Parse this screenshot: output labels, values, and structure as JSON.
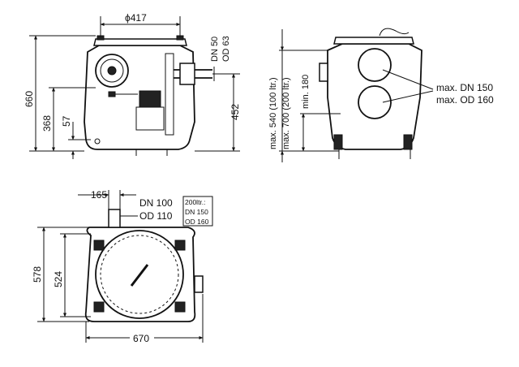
{
  "front_view": {
    "dim_diameter": "ϕ417",
    "dim_dn": "DN 50",
    "dim_od": "OD 63",
    "dim_total_height": "660",
    "dim_inlet_height": "368",
    "dim_bottom": "57",
    "dim_outlet_height": "452"
  },
  "side_view": {
    "dim_max_540": "max. 540 (100 ltr.)",
    "dim_max_700": "max. 700 (200 ltr.)",
    "dim_min": "min. 180",
    "label_dn": "max. DN 150",
    "label_od": "max. OD 160"
  },
  "top_view": {
    "dim_offset": "165",
    "dim_dn": "DN 100",
    "dim_od": "OD 110",
    "box_line1": "200ltr.:",
    "box_line2": "DN 150",
    "box_line3": "OD 160",
    "dim_height_outer": "578",
    "dim_height_inner": "524",
    "dim_width": "670"
  }
}
